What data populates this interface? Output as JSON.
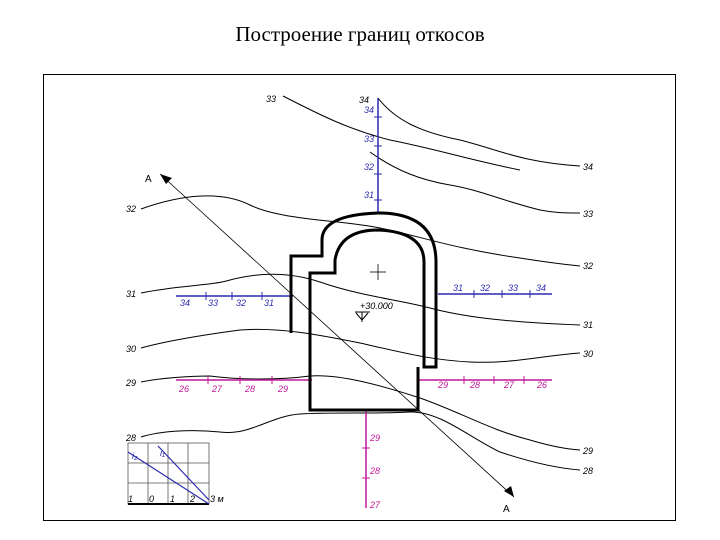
{
  "title": "Построение границ откосов",
  "contours": [
    {
      "label": "33",
      "left": "33",
      "right": ""
    },
    {
      "label": "34",
      "left": "34",
      "right": "34"
    },
    {
      "label": "33",
      "left": "",
      "right": "33"
    },
    {
      "label": "32",
      "left": "32",
      "right": "32"
    },
    {
      "label": "31",
      "left": "31",
      "right": "31"
    },
    {
      "label": "30",
      "left": "30",
      "right": "30"
    },
    {
      "label": "29",
      "left": "29",
      "right": "29"
    },
    {
      "label": "28",
      "left": "28",
      "right": "28"
    }
  ],
  "slope_scales": {
    "top_blue": [
      "34",
      "33",
      "32",
      "31"
    ],
    "left_blue": [
      "34",
      "33",
      "32",
      "31"
    ],
    "right_blue": [
      "31",
      "32",
      "33",
      "34"
    ],
    "left_pink": [
      "26",
      "27",
      "28",
      "29"
    ],
    "right_pink": [
      "29",
      "28",
      "27",
      "26"
    ],
    "bottom_pink": [
      "29",
      "28",
      "27"
    ]
  },
  "elevation_mark": "+30.000",
  "section_labels": {
    "start": "A",
    "end": "A"
  },
  "scale_bar": {
    "labels": [
      "1",
      "0",
      "1",
      "2"
    ],
    "unit": "3 м",
    "slope_marks": [
      "i₂",
      "i₁"
    ]
  },
  "colors": {
    "blue": "#2b2bb0",
    "pink": "#c0179a",
    "line": "#000000"
  }
}
